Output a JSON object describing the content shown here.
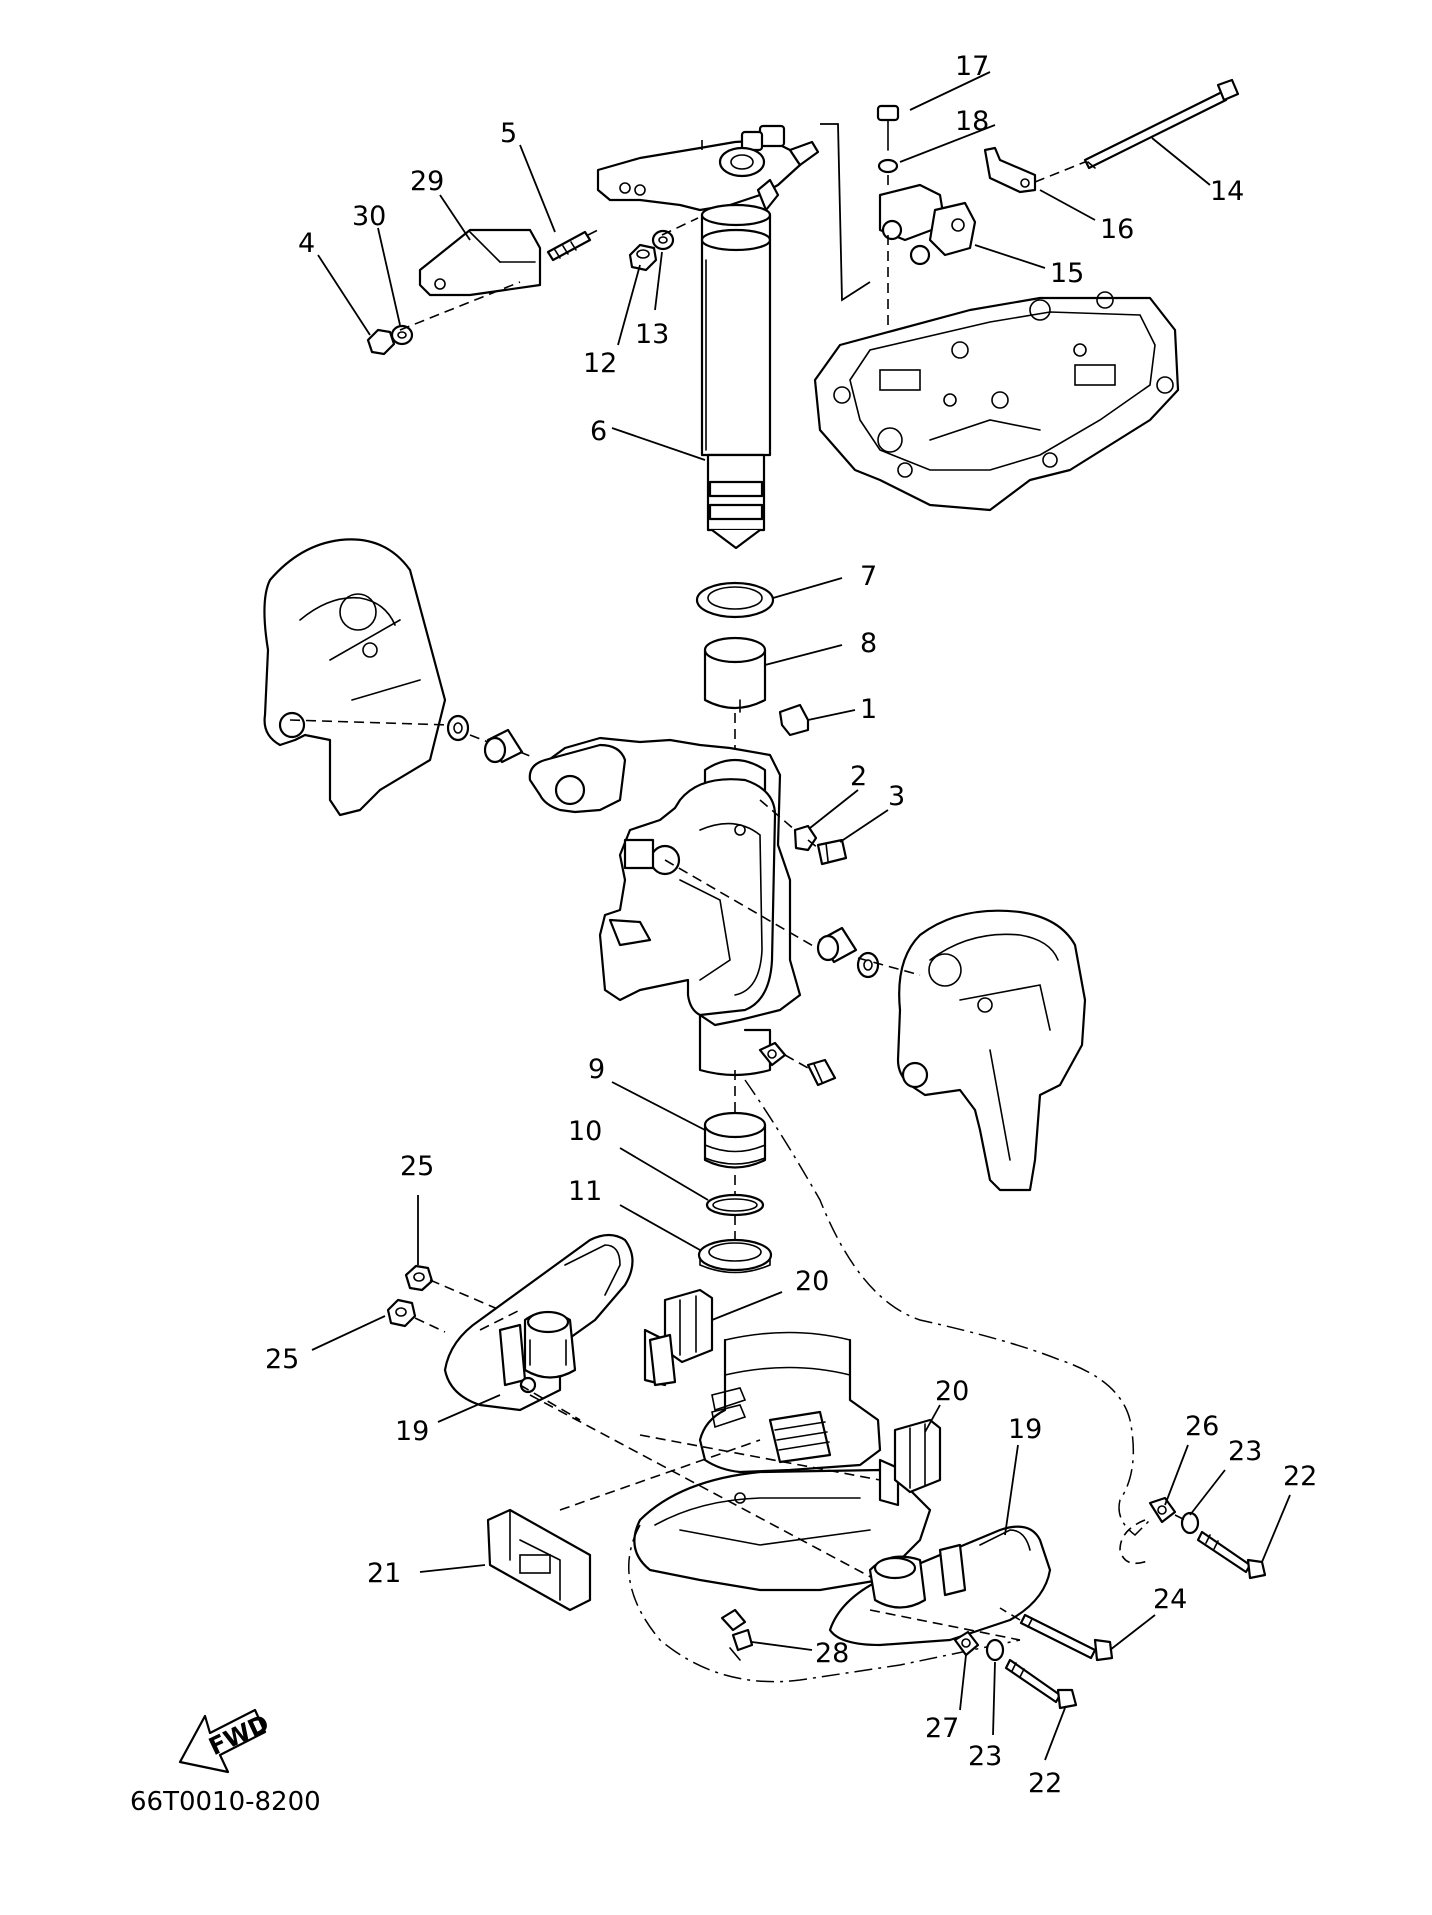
{
  "diagram_code": "66T0010-8200",
  "fwd_label": "FWD",
  "callouts": {
    "c1": "1",
    "c2": "2",
    "c3": "3",
    "c4": "4",
    "c5": "5",
    "c6": "6",
    "c7": "7",
    "c8": "8",
    "c9": "9",
    "c10": "10",
    "c11": "11",
    "c12": "12",
    "c13": "13",
    "c14": "14",
    "c15": "15",
    "c16": "16",
    "c17": "17",
    "c18": "18",
    "c19a": "19",
    "c19b": "19",
    "c20a": "20",
    "c20b": "20",
    "c21": "21",
    "c22a": "22",
    "c22b": "22",
    "c23a": "23",
    "c23b": "23",
    "c24": "24",
    "c25a": "25",
    "c25b": "25",
    "c26": "26",
    "c27": "27",
    "c28": "28",
    "c29": "29",
    "c30": "30"
  }
}
